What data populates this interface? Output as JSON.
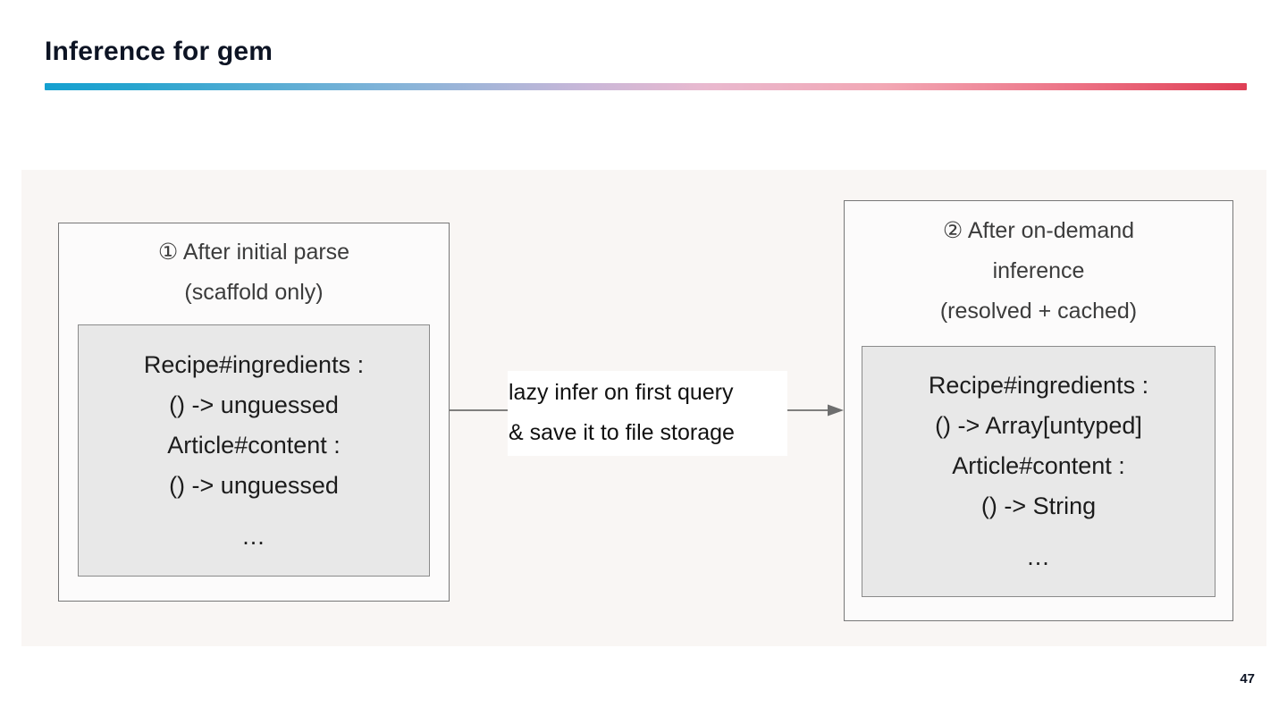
{
  "slide": {
    "title": "Inference for gem",
    "page_number": "47",
    "accent_gradient_start": "#14a0d0",
    "accent_gradient_mid": "#e9b9cf",
    "accent_gradient_end": "#df3f55",
    "title_color": "#0d1424",
    "panel_background": "#f9f6f4"
  },
  "diagram": {
    "phases": [
      {
        "id": "after-initial-parse",
        "heading": "① After initial parse\n(scaffold only)",
        "signature_lines": [
          "Recipe#ingredients :",
          "() -> unguessed",
          "Article#content :",
          "() -> unguessed"
        ],
        "ellipsis": "...",
        "box_fill": "#fcfbfb",
        "inner_fill": "#e8e8e8"
      },
      {
        "id": "after-on-demand-inference",
        "heading": "② After on-demand\ninference\n(resolved + cached)",
        "signature_lines": [
          "Recipe#ingredients :",
          "() -> Array[untyped]",
          "Article#content :",
          "() -> String"
        ],
        "ellipsis": "...",
        "box_fill": "#fcfbfb",
        "inner_fill": "#e8e8e8"
      }
    ],
    "connector": {
      "label": "lazy infer on first query\n& save it to file storage",
      "stroke_color": "#6e6e6e",
      "direction": "left-to-right"
    }
  }
}
